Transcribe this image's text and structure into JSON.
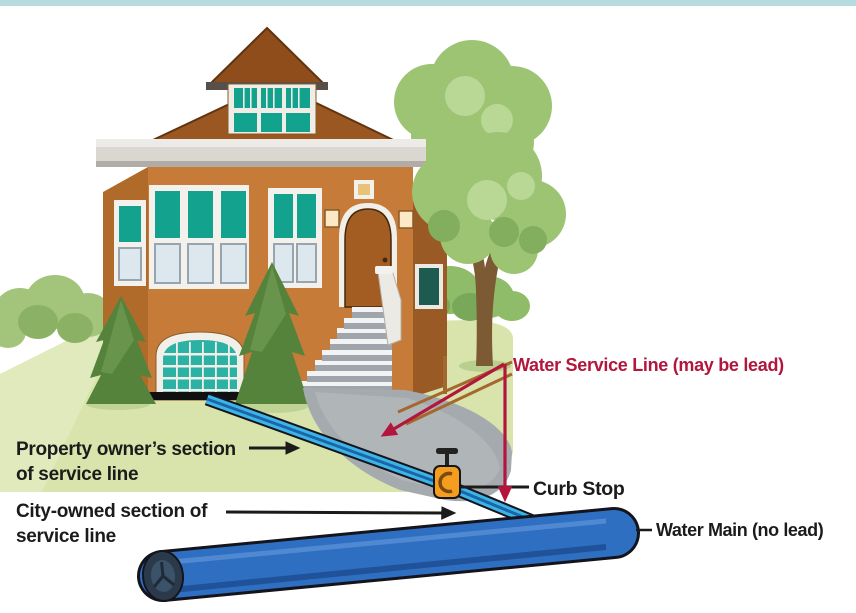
{
  "figure": {
    "kind": "water-service-line-diagram",
    "labels": {
      "water_service_line": "Water Service Line (may be lead)",
      "curb_stop": "Curb Stop",
      "water_main": "Water Main (no lead)",
      "property_owner_line1": "Property owner’s section",
      "property_owner_line2": "of service line",
      "city_owned_line1": "City-owned section of",
      "city_owned_line2": "service line"
    },
    "palette": {
      "label_red": "#b3163c",
      "label_black": "#1b1b1b",
      "service_line_blue": "#3db4e8",
      "service_line_core": "#1a66a8",
      "water_main_blue": "#2e6fc2",
      "water_main_highlight": "#548cd4",
      "water_main_shadow": "#1d4d92",
      "curb_stop_orange": "#f59d1f",
      "grass_green": "#d8e4ab",
      "walkway_gray": "#a5aaae",
      "house_wall_orange": "#c67c38",
      "house_wall_shadow": "#9a5a26",
      "roof_brown": "#9b5722",
      "window_teal": "#13a28d",
      "garage_teal": "#2cb2a4",
      "foliage_green": "#9cc473",
      "conifer_green": "#55833c",
      "top_border_teal": "#b7dce0",
      "pipe_outline": "#14141c"
    }
  }
}
